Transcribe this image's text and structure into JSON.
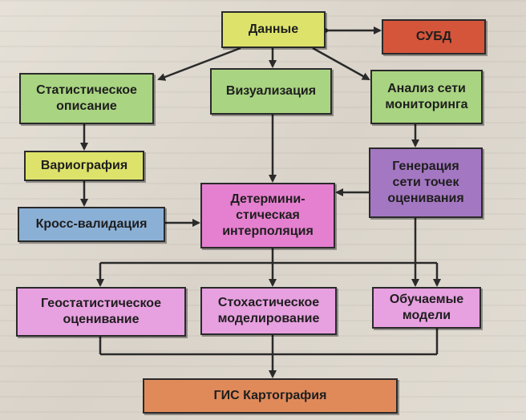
{
  "nodes": {
    "data": "Данные",
    "dbms": "СУБД",
    "stat_desc": "Статистическое\nописание",
    "visualization": "Визуализация",
    "network_analysis": "Анализ сети\nмониторинга",
    "variography": "Вариография",
    "grid_generation": "Генерация\nсети точек\nоценивания",
    "cross_validation": "Кросс-валидация",
    "det_interpolation": "Детермини-\nстическая\nинтерполяция",
    "geostat_estimation": "Геостатистическое\nоценивание",
    "stochastic_modeling": "Стохастическое\nмоделирование",
    "trainable_models": "Обучаемые\nмодели",
    "gis_cartography": "ГИС Картография"
  },
  "colors": {
    "line": "#2a2a2a",
    "green": "#a9d481",
    "yellow": "#dde36a",
    "red": "#d5553b",
    "blue": "#8bb0d6",
    "pink": "#e57fcf",
    "violet": "#a477c2",
    "orange": "#e08a5a"
  }
}
